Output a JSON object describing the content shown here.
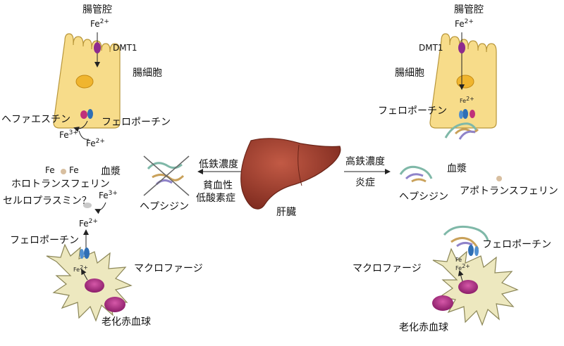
{
  "left": {
    "lumen": "腸管腔",
    "fe2_top": "Fe",
    "fe2_top_sup": "2+",
    "dmt1": "DMT1",
    "enterocyte": "腸細胞",
    "hephaestin": "ヘファエスチン",
    "ferroportin_gut": "フェロポーチン",
    "fe3": "Fe",
    "fe3_sup": "3+",
    "fe2_out": "Fe",
    "fe2_out_sup": "2+",
    "fe_a": "Fe",
    "fe_b": "Fe",
    "plasma": "血漿",
    "holotransferrin": "ホロトランスフェリン",
    "ceruloplasmin": "セルロプラスミン？",
    "fe3_cp": "Fe",
    "fe3_cp_sup": "3+",
    "hepcidin": "ヘプシジン",
    "fe2_mac": "Fe",
    "fe2_mac_sup": "2+",
    "ferroportin_mac": "フェロポーチン",
    "fe_in_mac": "Fe",
    "fe_in_mac_sup": "2+",
    "macrophage": "マクロファージ",
    "senescent_rbc": "老化赤血球"
  },
  "center": {
    "low_iron": "低鉄濃度",
    "anemia": "貧血性",
    "hypoxia": "低酸素症",
    "high_iron": "高鉄濃度",
    "inflammation": "炎症",
    "liver": "肝臓"
  },
  "right": {
    "lumen": "腸管腔",
    "fe2_top": "Fe",
    "fe2_top_sup": "2+",
    "dmt1": "DMT1",
    "enterocyte": "腸細胞",
    "fe_in_cell": "Fe",
    "fe_in_cell_sup": "2+",
    "ferroportin_gut": "フェロポーチン",
    "plasma": "血漿",
    "hepcidin": "ヘプシジン",
    "apotransferrin": "アポトランスフェリン",
    "ferroportin_mac": "フェロポーチン",
    "fe_in_mac": "Fe",
    "fe_in_mac2": "Fe",
    "fe_in_mac2_sup": "2+",
    "macrophage": "マクロファージ",
    "senescent_rbc": "老化赤血球"
  },
  "colors": {
    "cell_fill": "#f7dc8a",
    "cell_stroke": "#b8963a",
    "nucleus": "#f0b52e",
    "dmt1": "#8e2a8e",
    "ferroportin": "#2f6fb5",
    "hephaestin": "#c0307a",
    "macrophage_fill": "#ede8bf",
    "macrophage_stroke": "#8b8657",
    "rbc": "#b12a86",
    "liver": "#9a3d2c",
    "transferrin": "#d8bfa0"
  }
}
